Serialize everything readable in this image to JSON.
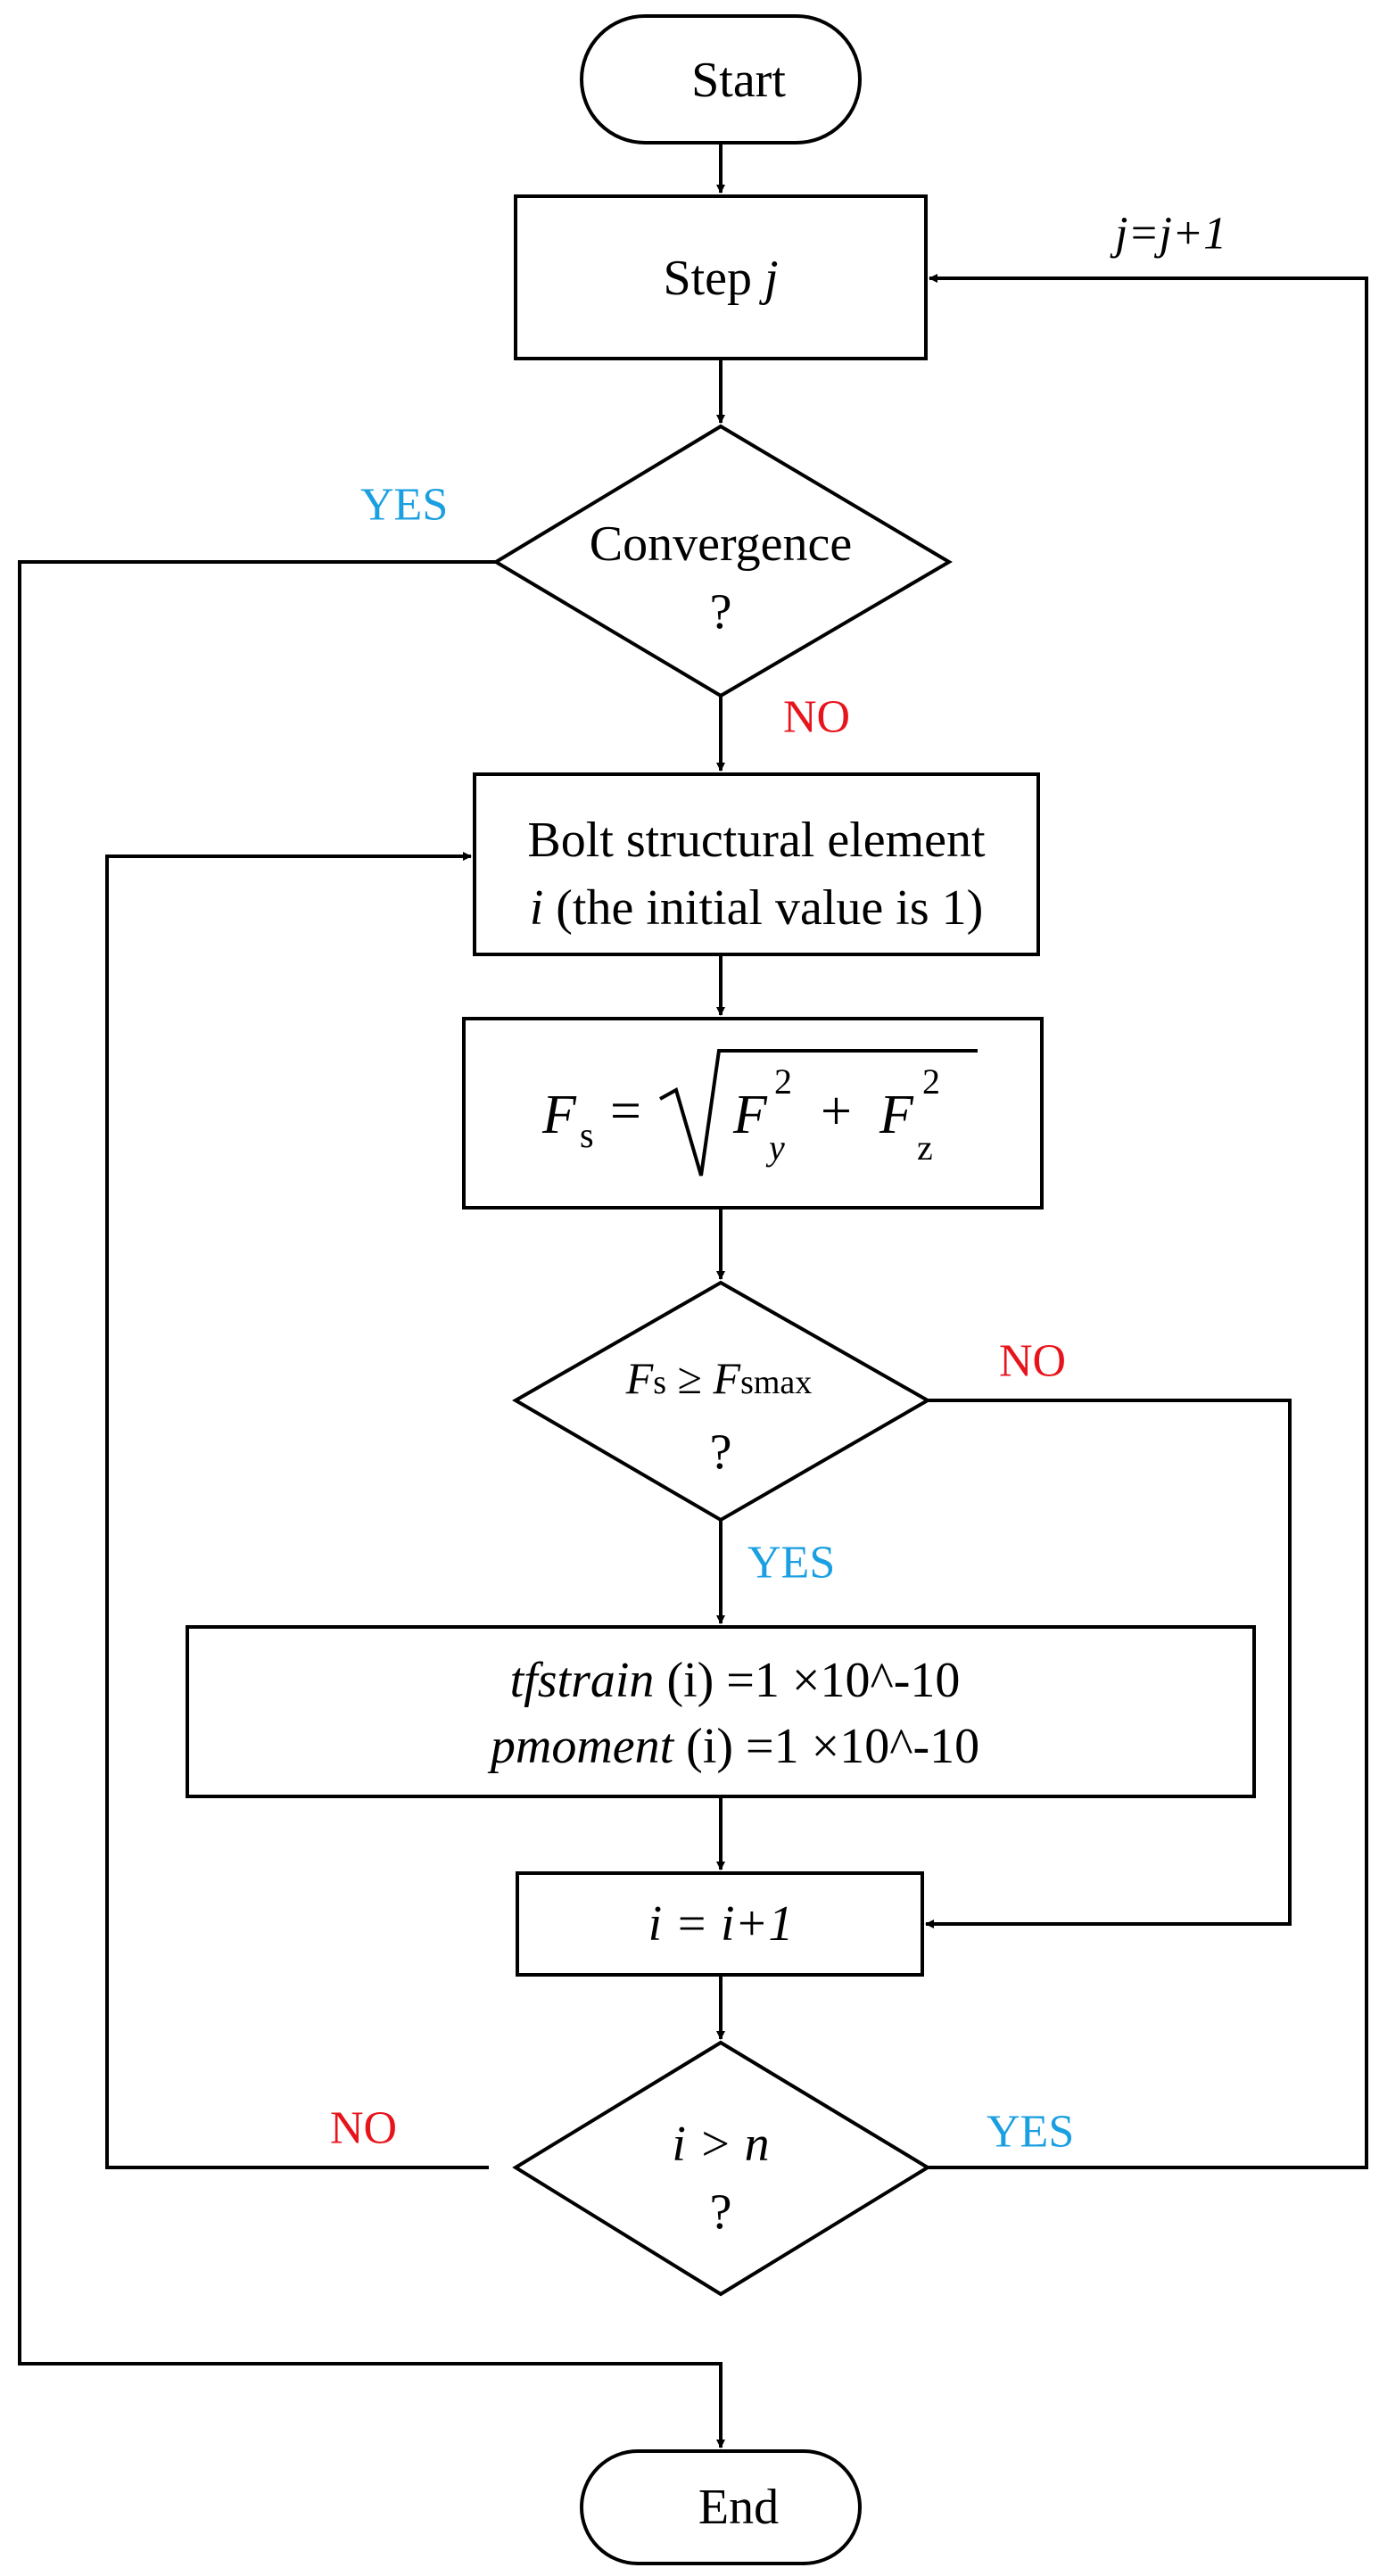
{
  "start": {
    "label": "Start"
  },
  "step": {
    "label_prefix": "Step ",
    "label_var": "j"
  },
  "loop_j": {
    "label": "j=j+1"
  },
  "convergence": {
    "line1": "Convergence",
    "line2": "?",
    "yes": "YES",
    "no": "NO"
  },
  "bolt_element": {
    "line1": "Bolt structural element",
    "line2_var": "i",
    "line2_rest": " (the initial value is 1)"
  },
  "formula": {
    "lhs": "F",
    "lhs_sub": "s",
    "eq": "=",
    "t1": "F",
    "t1_sub": "y",
    "t1_sup": "2",
    "plus": "+",
    "t2": "F",
    "t2_sub": "z",
    "t2_sup": "2"
  },
  "check_fs": {
    "a": "F",
    "a_sub": "s",
    "op": " ≥ ",
    "b": "F",
    "b_sub": "smax",
    "line2": "?",
    "yes": "YES",
    "no": "NO"
  },
  "assign": {
    "line1_var": "tfstrain",
    "line1_rest": " (i) =1 ×10^-10",
    "line2_var": "pmoment",
    "line2_rest": " (i) =1 ×10^-10"
  },
  "increment": {
    "label": "i = i+1"
  },
  "check_n": {
    "line1": "i > n",
    "line2": "?",
    "yes": "YES",
    "no": "NO"
  },
  "end": {
    "label": "End"
  },
  "colors": {
    "line": "#000000",
    "yes": "#1a9fe0",
    "no": "#e8141c"
  }
}
